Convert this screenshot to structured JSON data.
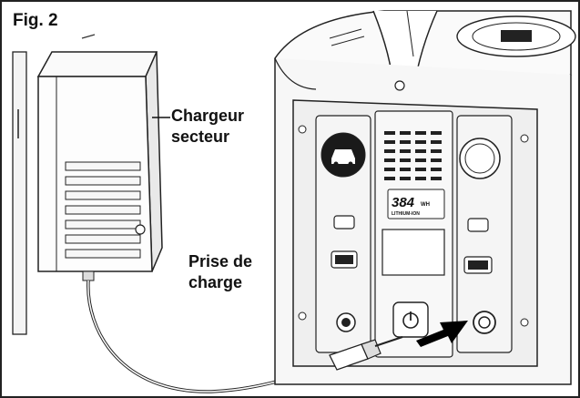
{
  "figure": {
    "label": "Fig. 2"
  },
  "callouts": {
    "charger": {
      "line1": "Chargeur",
      "line2": "secteur"
    },
    "port": {
      "line1": "Prise de",
      "line2": "charge"
    }
  },
  "device": {
    "capacity": "384",
    "capacity_unit": "WH",
    "chemistry": "LITHIUM-ION"
  },
  "colors": {
    "ink": "#111111",
    "panel": "#efefef",
    "arrow": "#000000"
  }
}
